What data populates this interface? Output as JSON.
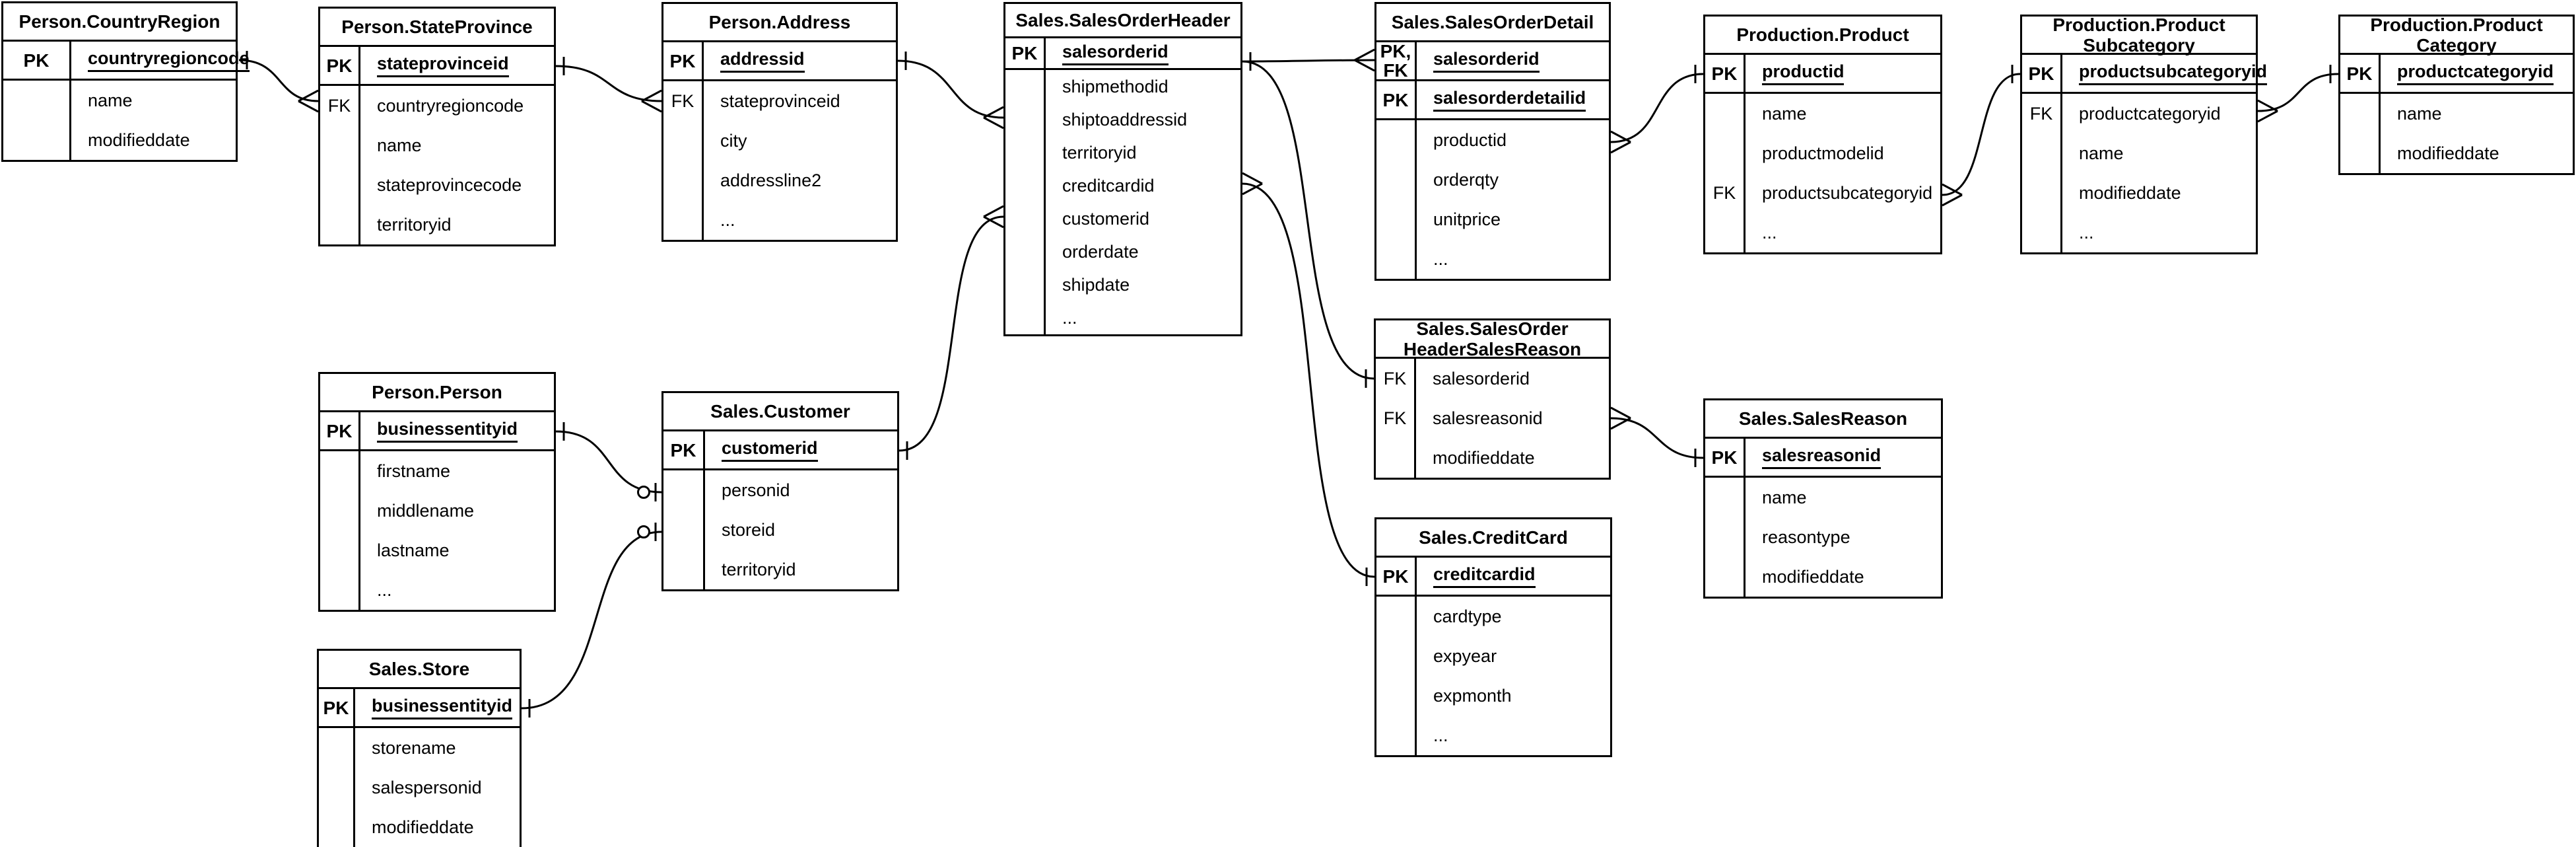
{
  "diagram": {
    "background_color": "#ffffff",
    "line_color": "#000000",
    "tables": [
      {
        "id": "country_region",
        "title_lines": [
          "Person.CountryRegion"
        ],
        "key_rows": [
          {
            "label_lines": [
              "PK"
            ],
            "field": "countryregioncode"
          }
        ],
        "attr_rows": [
          {
            "label": "",
            "name": "name"
          },
          {
            "label": "",
            "name": "modifieddate"
          }
        ]
      },
      {
        "id": "state_province",
        "title_lines": [
          "Person.StateProvince"
        ],
        "key_rows": [
          {
            "label_lines": [
              "PK"
            ],
            "field": "stateprovinceid"
          }
        ],
        "attr_rows": [
          {
            "label": "FK",
            "name": "countryregioncode"
          },
          {
            "label": "",
            "name": "name"
          },
          {
            "label": "",
            "name": "stateprovincecode"
          },
          {
            "label": "",
            "name": "territoryid"
          }
        ]
      },
      {
        "id": "address",
        "title_lines": [
          "Person.Address"
        ],
        "key_rows": [
          {
            "label_lines": [
              "PK"
            ],
            "field": "addressid"
          }
        ],
        "attr_rows": [
          {
            "label": "FK",
            "name": "stateprovinceid"
          },
          {
            "label": "",
            "name": "city"
          },
          {
            "label": "",
            "name": "addressline2"
          },
          {
            "label": "",
            "name": "..."
          }
        ]
      },
      {
        "id": "sales_order_header",
        "title_lines": [
          "Sales.SalesOrderHeader"
        ],
        "key_rows": [
          {
            "label_lines": [
              "PK"
            ],
            "field": "salesorderid"
          }
        ],
        "attr_rows": [
          {
            "label": "",
            "name": "shipmethodid"
          },
          {
            "label": "",
            "name": "shiptoaddressid"
          },
          {
            "label": "",
            "name": "territoryid"
          },
          {
            "label": "",
            "name": "creditcardid"
          },
          {
            "label": "",
            "name": "customerid"
          },
          {
            "label": "",
            "name": "orderdate"
          },
          {
            "label": "",
            "name": "shipdate"
          },
          {
            "label": "",
            "name": "..."
          }
        ]
      },
      {
        "id": "sales_order_detail",
        "title_lines": [
          "Sales.SalesOrderDetail"
        ],
        "key_rows": [
          {
            "label_lines": [
              "PK,",
              "FK"
            ],
            "field": "salesorderid"
          },
          {
            "label_lines": [
              "PK"
            ],
            "field": "salesorderdetailid"
          }
        ],
        "attr_rows": [
          {
            "label": "",
            "name": "productid"
          },
          {
            "label": "",
            "name": "orderqty"
          },
          {
            "label": "",
            "name": "unitprice"
          },
          {
            "label": "",
            "name": "..."
          }
        ]
      },
      {
        "id": "product",
        "title_lines": [
          "Production.Product"
        ],
        "key_rows": [
          {
            "label_lines": [
              "PK"
            ],
            "field": "productid"
          }
        ],
        "attr_rows": [
          {
            "label": "",
            "name": "name"
          },
          {
            "label": "",
            "name": "productmodelid"
          },
          {
            "label": "FK",
            "name": "productsubcategoryid"
          },
          {
            "label": "",
            "name": "..."
          }
        ]
      },
      {
        "id": "product_subcategory",
        "title_lines": [
          "Production.Product",
          "Subcategory"
        ],
        "key_rows": [
          {
            "label_lines": [
              "PK"
            ],
            "field": "productsubcategoryid"
          }
        ],
        "attr_rows": [
          {
            "label": "FK",
            "name": "productcategoryid"
          },
          {
            "label": "",
            "name": "name"
          },
          {
            "label": "",
            "name": "modifieddate"
          },
          {
            "label": "",
            "name": "..."
          }
        ]
      },
      {
        "id": "product_category",
        "title_lines": [
          "Production.Product",
          "Category"
        ],
        "key_rows": [
          {
            "label_lines": [
              "PK"
            ],
            "field": "productcategoryid"
          }
        ],
        "attr_rows": [
          {
            "label": "",
            "name": "name"
          },
          {
            "label": "",
            "name": "modifieddate"
          }
        ]
      },
      {
        "id": "sales_order_header_sales_reason",
        "title_lines": [
          "Sales.SalesOrder",
          "HeaderSalesReason"
        ],
        "key_rows": [],
        "attr_rows": [
          {
            "label": "FK",
            "name": "salesorderid"
          },
          {
            "label": "FK",
            "name": "salesreasonid"
          },
          {
            "label": "",
            "name": "modifieddate"
          }
        ]
      },
      {
        "id": "sales_reason",
        "title_lines": [
          "Sales.SalesReason"
        ],
        "key_rows": [
          {
            "label_lines": [
              "PK"
            ],
            "field": "salesreasonid"
          }
        ],
        "attr_rows": [
          {
            "label": "",
            "name": "name"
          },
          {
            "label": "",
            "name": "reasontype"
          },
          {
            "label": "",
            "name": "modifieddate"
          }
        ]
      },
      {
        "id": "credit_card",
        "title_lines": [
          "Sales.CreditCard"
        ],
        "key_rows": [
          {
            "label_lines": [
              "PK"
            ],
            "field": "creditcardid"
          }
        ],
        "attr_rows": [
          {
            "label": "",
            "name": "cardtype"
          },
          {
            "label": "",
            "name": "expyear"
          },
          {
            "label": "",
            "name": "expmonth"
          },
          {
            "label": "",
            "name": "..."
          }
        ]
      },
      {
        "id": "person",
        "title_lines": [
          "Person.Person"
        ],
        "key_rows": [
          {
            "label_lines": [
              "PK"
            ],
            "field": "businessentityid"
          }
        ],
        "attr_rows": [
          {
            "label": "",
            "name": "firstname"
          },
          {
            "label": "",
            "name": "middlename"
          },
          {
            "label": "",
            "name": "lastname"
          },
          {
            "label": "",
            "name": "..."
          }
        ]
      },
      {
        "id": "customer",
        "title_lines": [
          "Sales.Customer"
        ],
        "key_rows": [
          {
            "label_lines": [
              "PK"
            ],
            "field": "customerid"
          }
        ],
        "attr_rows": [
          {
            "label": "",
            "name": "personid"
          },
          {
            "label": "",
            "name": "storeid"
          },
          {
            "label": "",
            "name": "territoryid"
          }
        ]
      },
      {
        "id": "store",
        "title_lines": [
          "Sales.Store"
        ],
        "key_rows": [
          {
            "label_lines": [
              "PK"
            ],
            "field": "businessentityid"
          }
        ],
        "attr_rows": [
          {
            "label": "",
            "name": "storename"
          },
          {
            "label": "",
            "name": "salespersonid"
          },
          {
            "label": "",
            "name": "modifieddate"
          }
        ]
      }
    ],
    "relationships": [
      {
        "from": "country_region",
        "to": "state_province",
        "via": "countryregioncode",
        "from_card": "one",
        "to_card": "many"
      },
      {
        "from": "state_province",
        "to": "address",
        "via": "stateprovinceid",
        "from_card": "one",
        "to_card": "many"
      },
      {
        "from": "address",
        "to": "sales_order_header",
        "via": "shiptoaddressid",
        "from_card": "one",
        "to_card": "many"
      },
      {
        "from": "customer",
        "to": "sales_order_header",
        "via": "customerid",
        "from_card": "one",
        "to_card": "many"
      },
      {
        "from": "sales_order_header",
        "to": "sales_order_detail",
        "via": "salesorderid",
        "from_card": "one",
        "to_card": "many"
      },
      {
        "from": "sales_order_header",
        "to": "sales_order_header_sales_reason",
        "via": "salesorderid",
        "from_card": "one",
        "to_card": "one"
      },
      {
        "from": "credit_card",
        "to": "sales_order_header",
        "via": "creditcardid",
        "from_card": "one",
        "to_card": "many"
      },
      {
        "from": "product",
        "to": "sales_order_detail",
        "via": "productid",
        "from_card": "one",
        "to_card": "many"
      },
      {
        "from": "product_subcategory",
        "to": "product",
        "via": "productsubcategoryid",
        "from_card": "one",
        "to_card": "many"
      },
      {
        "from": "product_category",
        "to": "product_subcategory",
        "via": "productcategoryid",
        "from_card": "one",
        "to_card": "many"
      },
      {
        "from": "sales_reason",
        "to": "sales_order_header_sales_reason",
        "via": "salesreasonid",
        "from_card": "one",
        "to_card": "many"
      },
      {
        "from": "person",
        "to": "customer",
        "via": "personid",
        "from_card": "one",
        "to_card": "zero_or_one"
      },
      {
        "from": "store",
        "to": "customer",
        "via": "storeid",
        "from_card": "one",
        "to_card": "zero_or_one"
      }
    ]
  }
}
